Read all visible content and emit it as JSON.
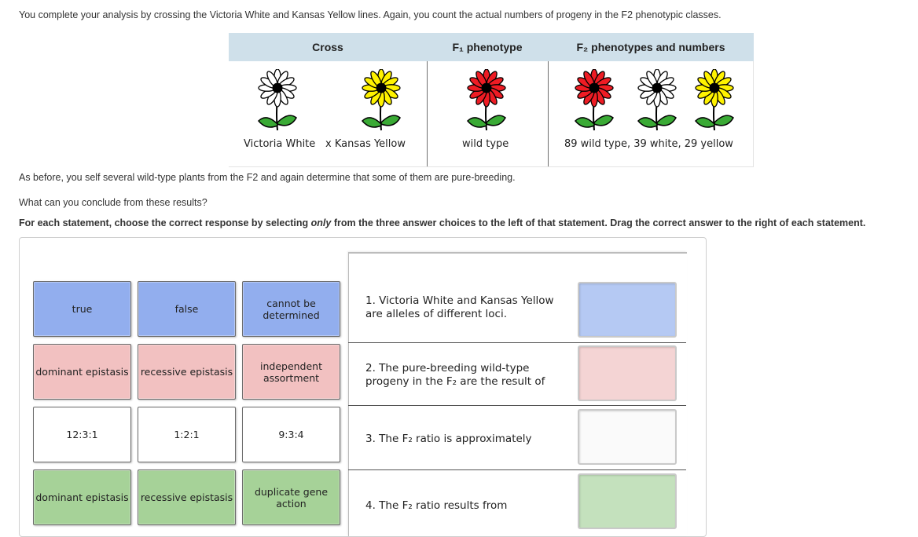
{
  "intro": "You complete your analysis by crossing the Victoria White and Kansas Yellow lines. Again, you count the actual numbers of progeny in the F2 phenotypic classes.",
  "cross_table": {
    "headers": {
      "cross": "Cross",
      "f1": "F₁ phenotype",
      "f2": "F₂ phenotypes and numbers"
    },
    "captions": {
      "victoria": "Victoria White",
      "kansas": "x  Kansas Yellow",
      "f1": "wild type",
      "f2": "89 wild type, 39 white, 29 yellow"
    },
    "colors": {
      "red": "#ee1c24",
      "white": "#ffffff",
      "yellow": "#fff200",
      "stem": "#3aaa35",
      "header_bg": "#cfe0ea"
    }
  },
  "paragraphs": {
    "selfing": "As before, you self several wild-type plants from the F2 and again determine that some of them are pure-breeding.",
    "question": "What can you conclude from these results?",
    "instruction_pre": "For each statement, choose the correct response by selecting ",
    "instruction_em": "only",
    "instruction_post": " from the three answer choices to the left of that statement. Drag the correct answer to the right of each statement."
  },
  "answers": {
    "row1": [
      "true",
      "false",
      "cannot be determined"
    ],
    "row2": [
      "dominant epistasis",
      "recessive epistasis",
      "independent assortment"
    ],
    "row3": [
      "12:3:1",
      "1:2:1",
      "9:3:4"
    ],
    "row4": [
      "dominant epistasis",
      "recessive epistasis",
      "duplicate gene action"
    ]
  },
  "statements": {
    "s1": "1. Victoria White and Kansas Yellow are alleles of different loci.",
    "s2": "2. The pure-breeding wild-type progeny in the F₂ are the result of",
    "s3": "3. The F₂ ratio is approximately",
    "s4": "4. The F₂ ratio results from"
  },
  "colors": {
    "blue_tile": "#92aeee",
    "pink_tile": "#f2c1c1",
    "green_tile": "#a6d298",
    "blue_target": "#b5c9f3",
    "pink_target": "#f4d4d4",
    "green_target": "#c4e1bd"
  }
}
